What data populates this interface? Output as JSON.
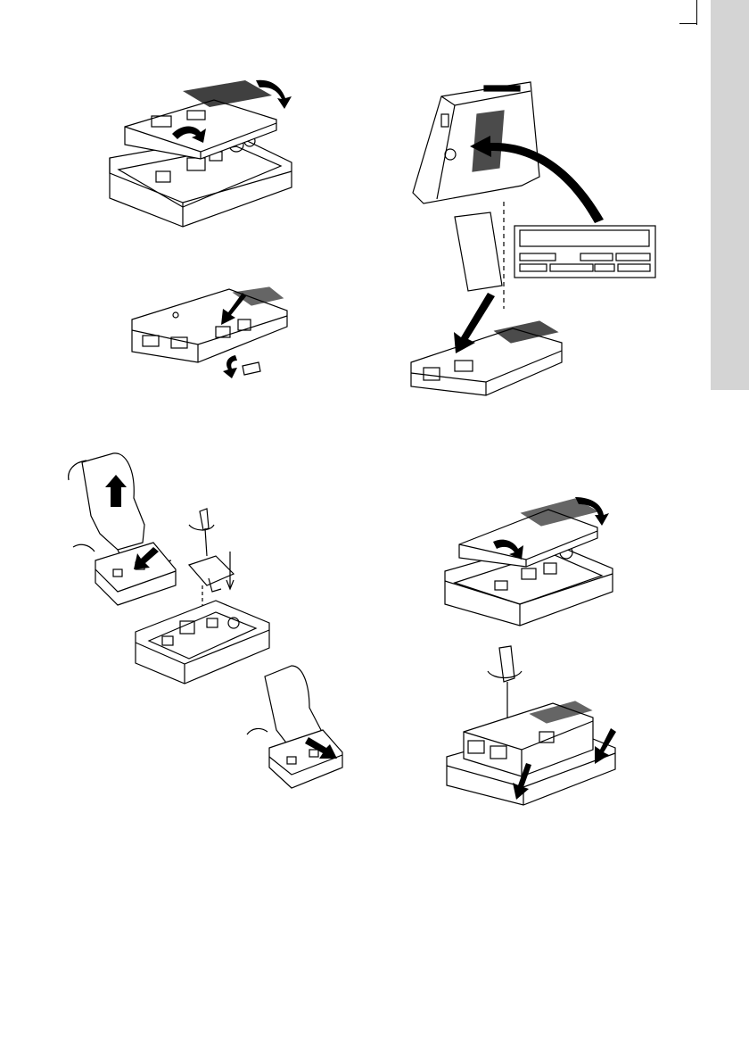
{
  "page": {
    "background": "#ffffff",
    "side_tab_color": "#d4d4d4",
    "line_color": "#000000"
  },
  "figures": [
    {
      "id": "step-open-cover",
      "icon": "open-cover-illustration"
    },
    {
      "id": "step-label-location",
      "icon": "label-location-illustration"
    },
    {
      "id": "step-remove-cover-insert",
      "icon": "remove-insert-illustration"
    },
    {
      "id": "step-fit-module",
      "icon": "module-install-illustration"
    },
    {
      "id": "step-close-cover",
      "icon": "close-cover-illustration"
    },
    {
      "id": "step-tighten-screw",
      "icon": "tighten-screw-illustration"
    }
  ]
}
